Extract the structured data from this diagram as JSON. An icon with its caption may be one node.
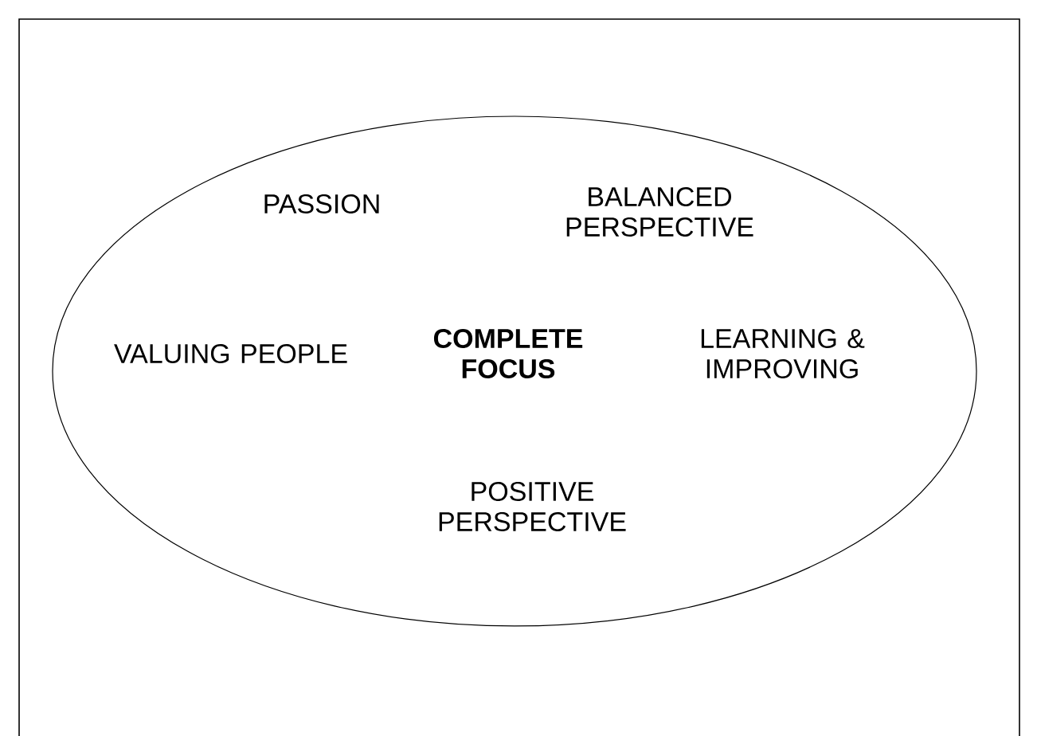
{
  "diagram": {
    "nodes": [
      {
        "text": [
          "PASSION",
          "BALANCED PERSPECTIVE",
          "VALUING PEOPLE",
          "COMPLETE FOCUS",
          "LEARNING & IMPROVING",
          "POSITIVE PERSPECTIVE"
        ]
      }
    ]
  }
}
